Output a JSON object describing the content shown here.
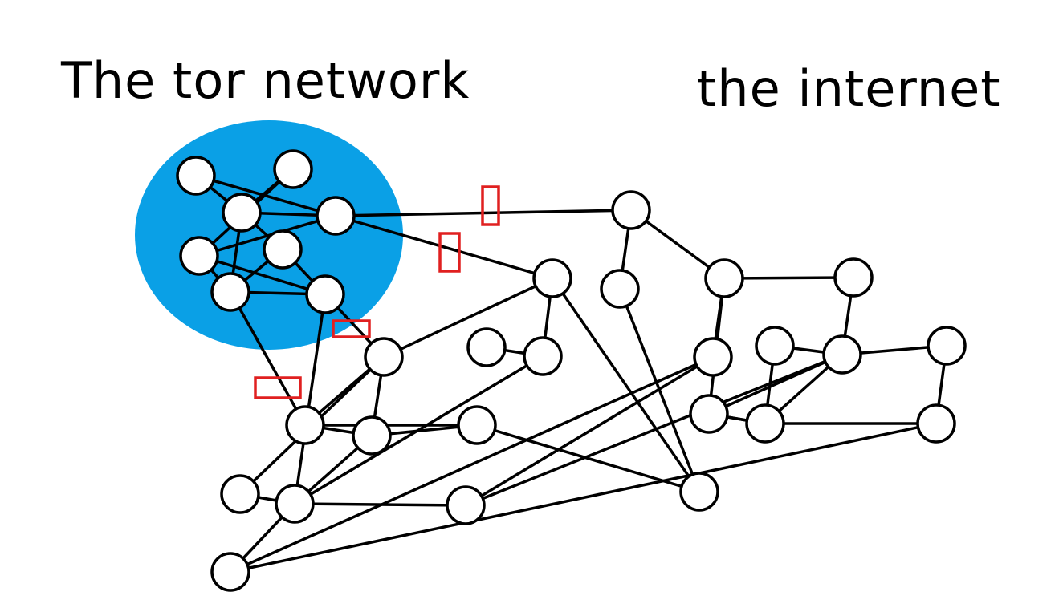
{
  "labels": {
    "tor_network": "The tor network",
    "internet": "the internet"
  },
  "colors": {
    "tor_region": "#0aa0e6",
    "link": "#000000",
    "node_fill": "#ffffff",
    "node_stroke": "#000000",
    "marker": "#e02020"
  },
  "diagram": {
    "tor_nodes": [
      "tor-1",
      "tor-2",
      "tor-3",
      "tor-4",
      "tor-5",
      "tor-6",
      "tor-7",
      "tor-8"
    ],
    "internet_nodes": [
      "net-1",
      "net-2",
      "net-3",
      "net-4",
      "net-5",
      "net-6",
      "net-7",
      "net-8",
      "net-9",
      "net-10",
      "net-11",
      "net-12",
      "net-13",
      "net-14",
      "net-15",
      "net-16",
      "net-17",
      "net-18",
      "net-19",
      "net-20",
      "net-21",
      "net-22",
      "net-23",
      "net-24",
      "net-25",
      "net-26"
    ],
    "links": [
      [
        "tor-1",
        "tor-3"
      ],
      [
        "tor-1",
        "tor-4"
      ],
      [
        "tor-2",
        "tor-3"
      ],
      [
        "tor-2",
        "tor-6"
      ],
      [
        "tor-3",
        "tor-5"
      ],
      [
        "tor-3",
        "tor-7"
      ],
      [
        "tor-3",
        "tor-4"
      ],
      [
        "tor-4",
        "tor-6"
      ],
      [
        "tor-5",
        "tor-7"
      ],
      [
        "tor-5",
        "tor-8"
      ],
      [
        "tor-6",
        "tor-7"
      ],
      [
        "tor-6",
        "tor-8"
      ],
      [
        "tor-7",
        "tor-8"
      ],
      [
        "tor-4",
        "net-1"
      ],
      [
        "tor-4",
        "net-3"
      ],
      [
        "tor-8",
        "net-9"
      ],
      [
        "tor-7",
        "net-15"
      ],
      [
        "tor-8",
        "net-18"
      ],
      [
        "net-1",
        "net-2"
      ],
      [
        "net-1",
        "net-4"
      ],
      [
        "net-4",
        "net-5"
      ],
      [
        "net-4",
        "net-8"
      ],
      [
        "net-4",
        "net-13"
      ],
      [
        "net-3",
        "net-6"
      ],
      [
        "net-3",
        "net-9"
      ],
      [
        "net-3",
        "net-20"
      ],
      [
        "net-2",
        "net-20"
      ],
      [
        "net-6",
        "net-7"
      ],
      [
        "net-6",
        "net-18"
      ],
      [
        "net-5",
        "net-12"
      ],
      [
        "net-11",
        "net-12"
      ],
      [
        "net-11",
        "net-14"
      ],
      [
        "net-12",
        "net-19"
      ],
      [
        "net-8",
        "net-19"
      ],
      [
        "net-8",
        "net-21"
      ],
      [
        "net-13",
        "net-14"
      ],
      [
        "net-10",
        "net-16"
      ],
      [
        "net-10",
        "net-20"
      ],
      [
        "net-10",
        "net-15"
      ],
      [
        "net-9",
        "net-15"
      ],
      [
        "net-9",
        "net-16"
      ],
      [
        "net-9",
        "net-17"
      ],
      [
        "net-15",
        "net-16"
      ],
      [
        "net-16",
        "net-18"
      ],
      [
        "net-17",
        "net-18"
      ],
      [
        "net-18",
        "net-19"
      ],
      [
        "net-18",
        "net-21"
      ],
      [
        "net-22",
        "net-24"
      ],
      [
        "net-22",
        "net-23"
      ],
      [
        "net-23",
        "net-25"
      ],
      [
        "net-24",
        "net-25"
      ],
      [
        "net-25",
        "net-26"
      ],
      [
        "net-26",
        "net-24"
      ],
      [
        "net-23",
        "net-21"
      ]
    ]
  }
}
